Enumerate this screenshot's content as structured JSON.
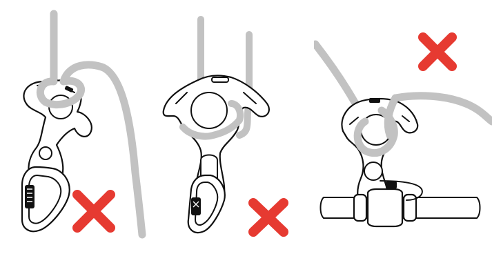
{
  "panels": [
    {
      "id": "panel-1",
      "marker": "x-mark-icon",
      "marker_color": "#e63a31"
    },
    {
      "id": "panel-2",
      "marker": "x-mark-icon",
      "marker_color": "#e63a31"
    },
    {
      "id": "panel-3",
      "marker": "x-mark-icon",
      "marker_color": "#e63a31"
    }
  ],
  "colors": {
    "rope": "#c2c2c2",
    "outline": "#111111",
    "background": "#ffffff",
    "wrong_marker": "#e63a31"
  }
}
